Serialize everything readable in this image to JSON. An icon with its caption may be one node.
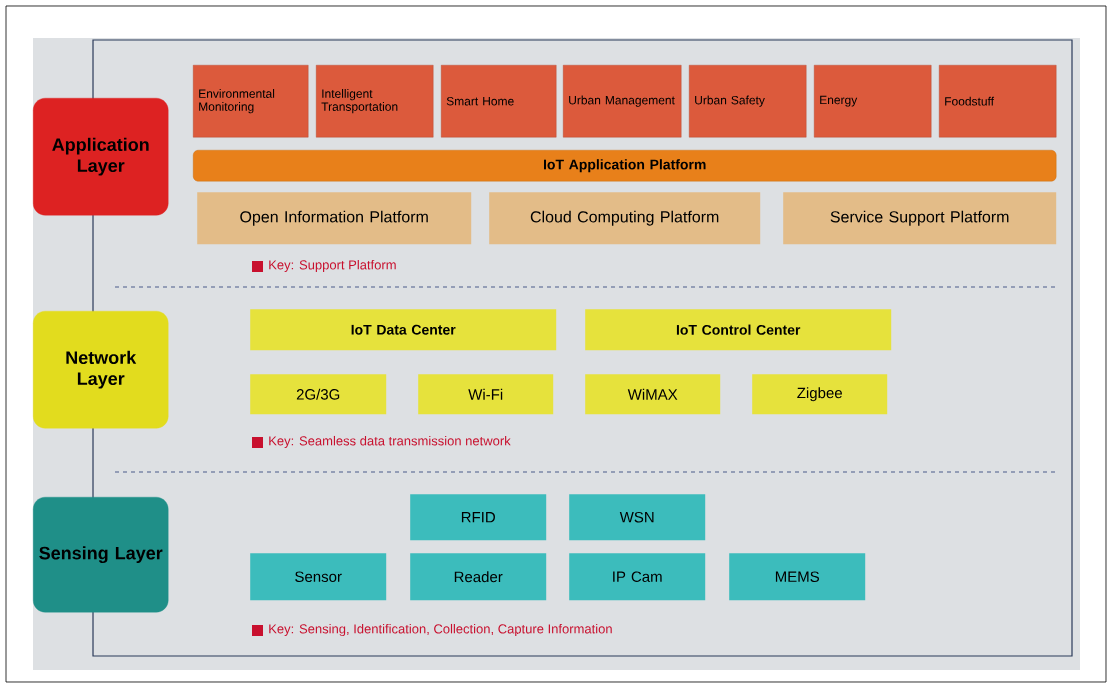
{
  "diagram": {
    "nodes": [
      {
        "text": [
          "Application Layer"
        ]
      },
      {
        "text": [
          "Environmental Monitoring"
        ]
      },
      {
        "text": [
          "Intelligent Transportation"
        ]
      },
      {
        "text": [
          "Smart Home"
        ]
      },
      {
        "text": [
          "Urban Management"
        ]
      },
      {
        "text": [
          "Urban Safety"
        ]
      },
      {
        "text": [
          "Energy"
        ]
      },
      {
        "text": [
          "Foodstuff"
        ]
      },
      {
        "text": [
          "IoT Application Platform"
        ]
      },
      {
        "text": [
          "Open Information  Platform"
        ]
      },
      {
        "text": [
          "Cloud Computing Platform"
        ]
      },
      {
        "text": [
          "Service Support Platform"
        ]
      },
      {
        "text": [
          "Network Layer"
        ]
      },
      {
        "text": [
          "IoT Data Center"
        ]
      },
      {
        "text": [
          "IoT Control Center"
        ]
      },
      {
        "text": [
          "2G/3G"
        ]
      },
      {
        "text": [
          "Wi-Fi"
        ]
      },
      {
        "text": [
          "WiMAX"
        ]
      },
      {
        "text": [
          "Zigbee"
        ]
      },
      {
        "text": [
          "Sensing Layer"
        ]
      },
      {
        "text": [
          "RFID"
        ]
      },
      {
        "text": [
          "WSN"
        ]
      },
      {
        "text": [
          "Sensor"
        ]
      },
      {
        "text": [
          "Reader"
        ]
      },
      {
        "text": [
          "IP Cam"
        ]
      },
      {
        "text": [
          "MEMS"
        ]
      }
    ],
    "legend": [
      {
        "text": "Key: Support Platform",
        "color": "#c8102e"
      },
      {
        "text": "Key: Seamless data transmission network",
        "color": "#c8102e"
      },
      {
        "text": "Key: Sensing, Identification, Collection, Capture Information",
        "color": "#c8102e"
      }
    ]
  }
}
